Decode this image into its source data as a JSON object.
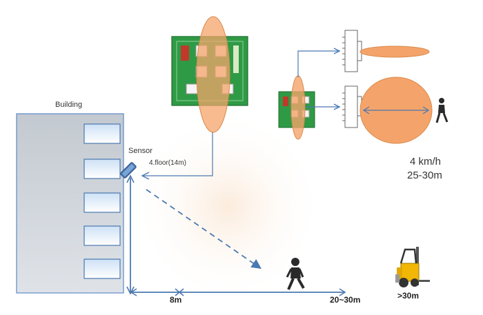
{
  "labels": {
    "building": "Building",
    "sensor": "Sensor",
    "floor": "4.floor(14m)",
    "speed": "4 km/h",
    "range": "25-30m",
    "dist_8m": "8m",
    "dist_20_30m": "20~30m",
    "dist_gt30m": ">30m"
  },
  "colors": {
    "beam": "#f4a46a",
    "beam_stroke": "#d98a4c",
    "pcb": "#2f9a45",
    "building_fill": "#c9cfd5",
    "arrow": "#4a78b0"
  },
  "icons": [
    "pcb-antenna-icon",
    "person-icon",
    "forklift-icon",
    "sensor-icon",
    "antenna-connector-icon"
  ]
}
